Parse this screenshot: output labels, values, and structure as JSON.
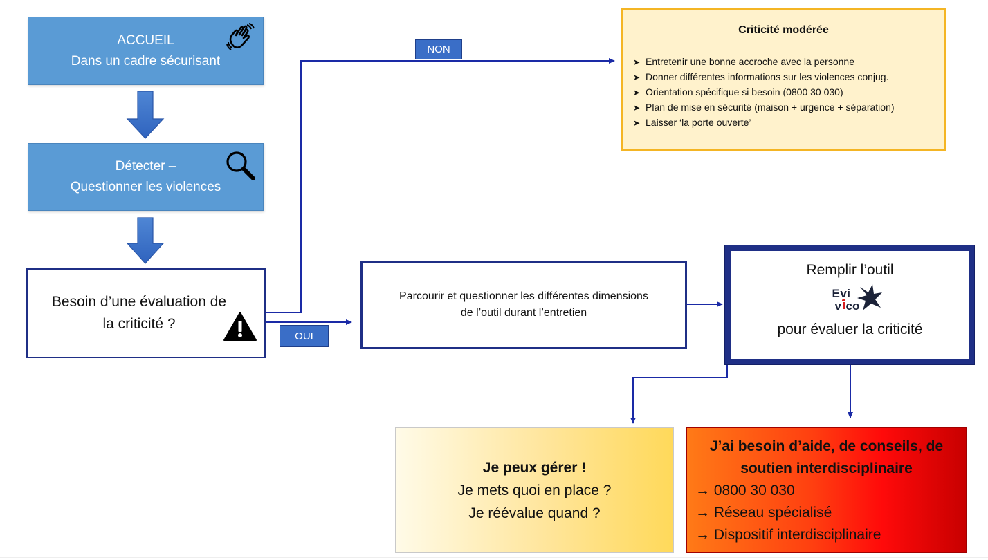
{
  "accueil": {
    "line1": "ACCUEIL",
    "line2": "Dans un cadre sécurisant",
    "icon": "waving-hand-icon"
  },
  "detecter": {
    "line1": "Détecter –",
    "line2": "Questionner les violences",
    "icon": "magnifier-icon"
  },
  "besoin": {
    "line1": "Besoin d’une évaluation de",
    "line2": "la criticité ?",
    "icon": "warning-icon"
  },
  "tags": {
    "non": "NON",
    "oui": "OUI"
  },
  "moderee": {
    "title": "Criticité modérée",
    "items": [
      "Entretenir une bonne accroche avec la personne",
      "Donner différentes informations sur les violences conjug.",
      "Orientation spécifique si besoin (0800 30 030)",
      "Plan de mise en sécurité (maison + urgence + séparation)",
      "Laisser ‘la porte ouverte’"
    ]
  },
  "parcourir": {
    "line1": "Parcourir et questionner  les différentes dimensions",
    "line2": "de l’outil durant l’entretien"
  },
  "remplir": {
    "line1": "Remplir l’outil",
    "logo": {
      "part1": "Evi",
      "part2a": "v",
      "part2b": "co",
      "accent": "#d81e1e",
      "dark": "#1b2238"
    },
    "line2": "pour évaluer la criticité"
  },
  "gerer": {
    "line1": "Je peux gérer !",
    "line2": "Je mets quoi en place ?",
    "line3": "Je réévalue quand ?"
  },
  "aide": {
    "title_line1": "J’ai besoin d’aide, de conseils, de",
    "title_line2": "soutien interdisciplinaire",
    "items": [
      "0800  30 030",
      "Réseau spécialisé",
      "Dispositif interdisciplinaire"
    ]
  },
  "colors": {
    "blue_box": "#5a9bd5",
    "navy": "#1f2f86",
    "connector": "#1a2aa6",
    "moderate_border": "#f4b524",
    "moderate_fill": "#fff2cc"
  }
}
